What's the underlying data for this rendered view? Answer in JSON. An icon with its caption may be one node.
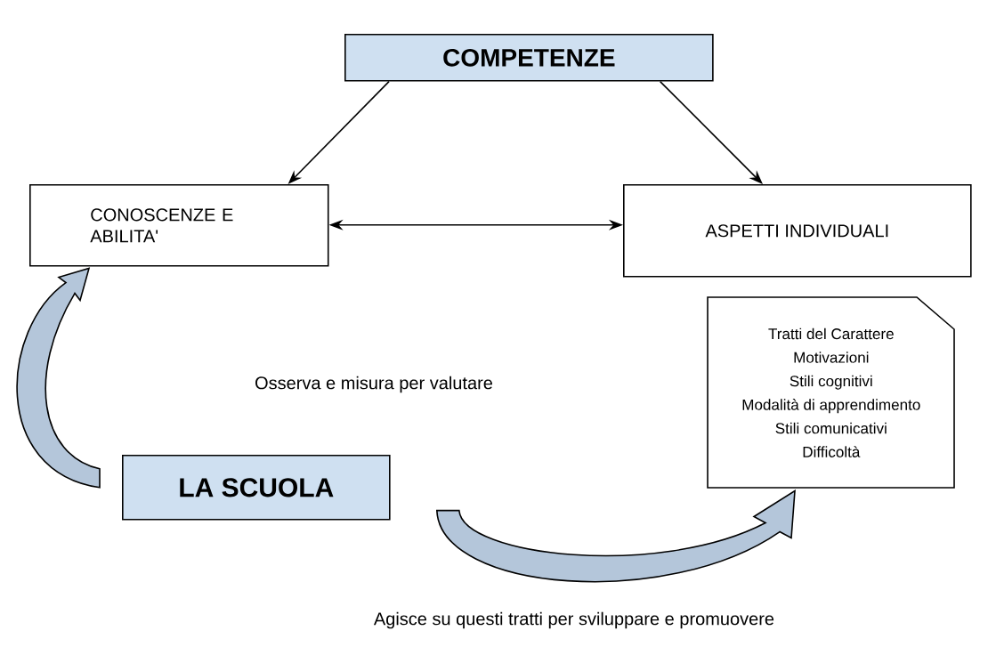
{
  "diagram": {
    "nodes": [
      {
        "text": [
          "COMPETENZE"
        ]
      },
      {
        "text": [
          "CONOSCENZE E ABILITA'"
        ]
      },
      {
        "text": [
          "ASPETTI INDIVIDUALI"
        ]
      },
      {
        "text": [
          "Tratti del Carattere",
          "Motivazioni",
          "Stili cognitivi",
          "Modalità di apprendimento",
          "Stili comunicativi",
          "Difficoltà"
        ]
      },
      {
        "text": [
          "LA SCUOLA"
        ]
      }
    ],
    "edges": [
      {
        "from": 0,
        "to": 1,
        "arrow": "to"
      },
      {
        "from": 0,
        "to": 2,
        "arrow": "to"
      },
      {
        "from": 1,
        "to": 2,
        "arrow": "both"
      },
      {
        "from": 4,
        "to": 1,
        "arrow": "to",
        "style": "thick"
      },
      {
        "from": 4,
        "to": 3,
        "arrow": "to",
        "style": "thick"
      }
    ],
    "labels": [
      "Osserva e misura per valutare",
      "Agisce su questi tratti per sviluppare e promuovere"
    ]
  }
}
